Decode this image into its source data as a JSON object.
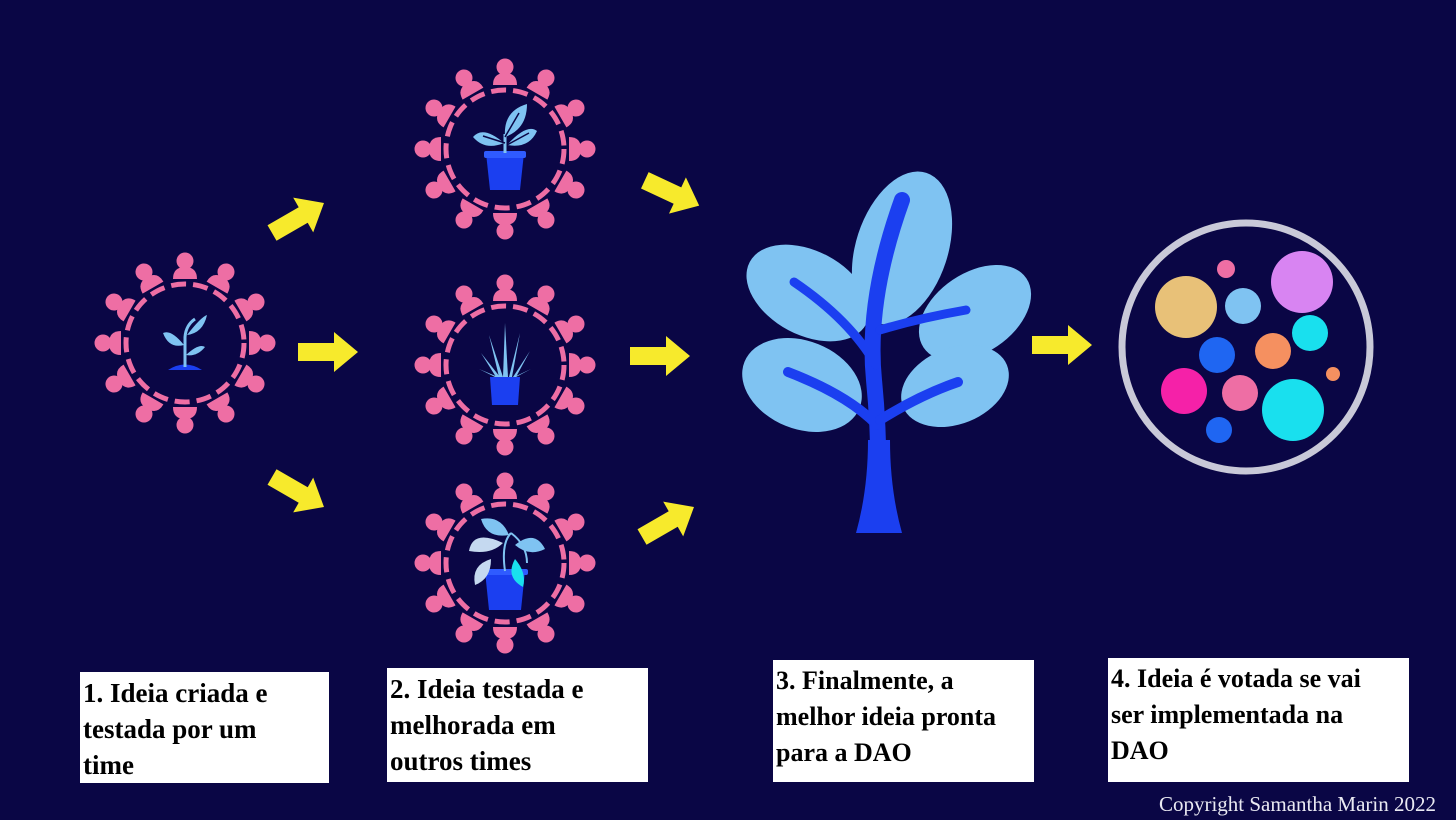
{
  "colors": {
    "background": "#0a0645",
    "team_ring": "#ee6ea4",
    "arrow": "#f7ea2c",
    "leaf_light": "#7fc3f2",
    "stem_blue": "#1b3ff0",
    "dao_ring": "#c9c9d8"
  },
  "icons": [
    "team-ring-icon",
    "seedling-icon",
    "potted-plant-icon",
    "aloe-icon",
    "pothos-icon",
    "tree-icon",
    "dao-circle-icon",
    "arrow-icon"
  ],
  "captions": [
    {
      "lines": [
        "1. Ideia criada e",
        "testada por um",
        "time"
      ]
    },
    {
      "lines": [
        "2. Ideia testada e",
        "melhorada em",
        "outros times"
      ]
    },
    {
      "lines": [
        "3. Finalmente, a",
        "melhor ideia pronta",
        "para a DAO"
      ]
    },
    {
      "lines": [
        "4. Ideia é votada se vai",
        "ser implementada na",
        "DAO"
      ]
    }
  ],
  "copyright": "Copyright Samantha Marin 2022"
}
